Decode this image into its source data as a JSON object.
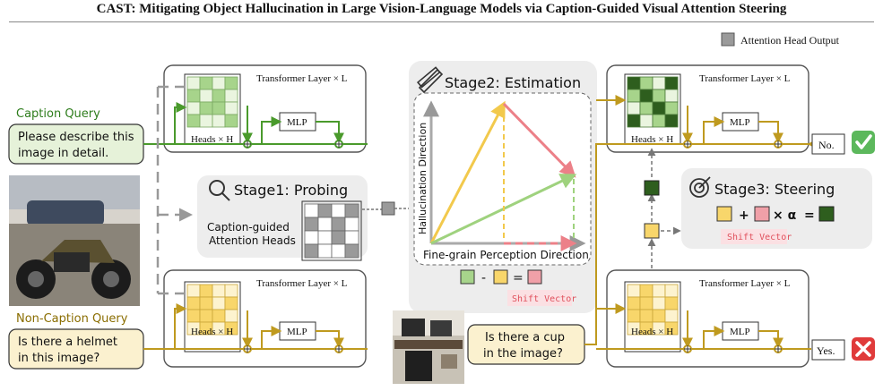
{
  "title": "CAST: Mitigating Object Hallucination in Large Vision-Language Models via Caption-Guided Visual Attention Steering",
  "legend": {
    "label": "Attention Head Output"
  },
  "transformer": {
    "label": "Transformer Layer × L",
    "heads": "Heads × H",
    "mlp": "MLP"
  },
  "queries": {
    "caption": {
      "heading": "Caption Query",
      "line1": "Please describe this",
      "line2": "image in detail."
    },
    "non_caption": {
      "heading": "Non-Caption Query",
      "line1": "Is there a helmet",
      "line2": "in this image?"
    },
    "cup": {
      "line1": "Is there a cup",
      "line2": "in the image?"
    }
  },
  "stage1": {
    "title": "Stage1: Probing",
    "line1": "Caption-guided",
    "line2": "Attention Heads"
  },
  "stage2": {
    "title": "Stage2: Estimation",
    "y_axis": "Hallucination Direction",
    "x_axis": "Fine-grain Perception Direction",
    "minus": "-",
    "equals": "=",
    "shift": "Shift Vector"
  },
  "stage3": {
    "title": "Stage3: Steering",
    "plus": "+",
    "times": "× α",
    "equals": "=",
    "shift": "Shift Vector"
  },
  "outputs": {
    "no": "No.",
    "yes": "Yes."
  },
  "colors": {
    "green": "#4a9a2c",
    "olive": "#bf9a1f",
    "light_green": "#a7d48b",
    "yellow": "#f8d66b",
    "pink": "#f0a0a8",
    "dark_green": "#2e5e1e",
    "check": "#5cb85c",
    "cross": "#e03b3b"
  }
}
